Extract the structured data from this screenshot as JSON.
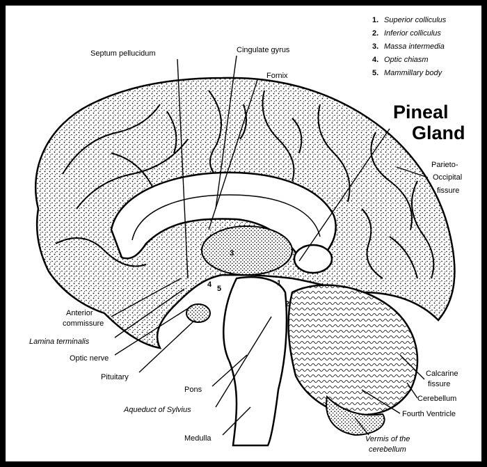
{
  "legend": [
    {
      "num": "1.",
      "text": "Superior colliculus"
    },
    {
      "num": "2.",
      "text": "Inferior colliculus"
    },
    {
      "num": "3.",
      "text": "Massa intermedia"
    },
    {
      "num": "4.",
      "text": "Optic chiasm"
    },
    {
      "num": "5.",
      "text": "Mammillary body"
    }
  ],
  "highlight": {
    "line1": "Pineal",
    "line2": "Gland"
  },
  "labels": {
    "septum": "Septum pellucidum",
    "cingulate": "Cingulate gyrus",
    "fornix": "Fornix",
    "parieto1": "Parieto-",
    "parieto2": "Occipital",
    "parieto3": "fissure",
    "anterior1": "Anterior",
    "anterior2": "commissure",
    "lamina": "Lamina terminalis",
    "optic": "Optic nerve",
    "pituitary": "Pituitary",
    "pons": "Pons",
    "aqueduct": "Aqueduct of Sylvius",
    "medulla": "Medulla",
    "calcarine1": "Calcarine",
    "calcarine2": "fissure",
    "cerebellum": "Cerebellum",
    "fourth": "Fourth Ventricle",
    "vermis1": "Vermis of the",
    "vermis2": "cerebellum"
  },
  "markers": {
    "m1": "1",
    "m2": "2",
    "m3": "3",
    "m4": "4",
    "m5": "5"
  }
}
